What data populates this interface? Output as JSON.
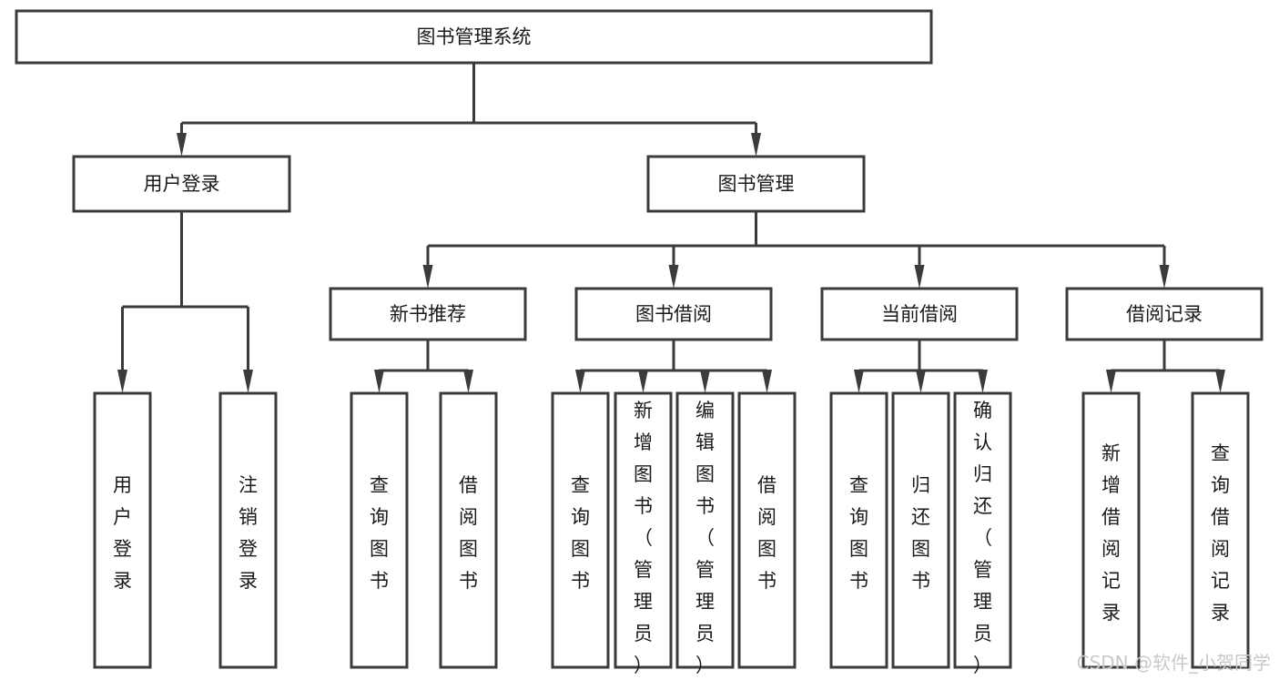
{
  "diagram": {
    "title": "图书管理系统",
    "type": "tree-hierarchy",
    "orientation": "top-down",
    "nodes": {
      "root": {
        "label": "图书管理系统",
        "level": 0,
        "text_orientation": "horizontal"
      },
      "user_login": {
        "label": "用户登录",
        "level": 1,
        "text_orientation": "horizontal"
      },
      "book_manage": {
        "label": "图书管理",
        "level": 1,
        "text_orientation": "horizontal"
      },
      "new_book_rec": {
        "label": "新书推荐",
        "level": 2,
        "text_orientation": "horizontal"
      },
      "book_borrow": {
        "label": "图书借阅",
        "level": 2,
        "text_orientation": "horizontal"
      },
      "current_borrow": {
        "label": "当前借阅",
        "level": 2,
        "text_orientation": "horizontal"
      },
      "borrow_record": {
        "label": "借阅记录",
        "level": 2,
        "text_orientation": "horizontal"
      },
      "leaf_user_login": {
        "label": "用户登录",
        "level": 3,
        "text_orientation": "vertical"
      },
      "leaf_logout": {
        "label": "注销登录",
        "level": 3,
        "text_orientation": "vertical"
      },
      "leaf_query_book_1": {
        "label": "查询图书",
        "level": 3,
        "text_orientation": "vertical"
      },
      "leaf_borrow_book_1": {
        "label": "借阅图书",
        "level": 3,
        "text_orientation": "vertical"
      },
      "leaf_query_book_2": {
        "label": "查询图书",
        "level": 3,
        "text_orientation": "vertical"
      },
      "leaf_add_book": {
        "label": "新增图书（管理员）",
        "level": 3,
        "text_orientation": "vertical"
      },
      "leaf_edit_book": {
        "label": "编辑图书（管理员）",
        "level": 3,
        "text_orientation": "vertical"
      },
      "leaf_borrow_book_2": {
        "label": "借阅图书",
        "level": 3,
        "text_orientation": "vertical"
      },
      "leaf_query_book_3": {
        "label": "查询图书",
        "level": 3,
        "text_orientation": "vertical"
      },
      "leaf_return_book": {
        "label": "归还图书",
        "level": 3,
        "text_orientation": "vertical"
      },
      "leaf_confirm_return": {
        "label": "确认归还（管理员）",
        "level": 3,
        "text_orientation": "vertical"
      },
      "leaf_add_record": {
        "label": "新增借阅记录",
        "level": 3,
        "text_orientation": "vertical"
      },
      "leaf_query_record": {
        "label": "查询借阅记录",
        "level": 3,
        "text_orientation": "vertical"
      }
    },
    "edges": [
      {
        "from": "root",
        "to": "user_login"
      },
      {
        "from": "root",
        "to": "book_manage"
      },
      {
        "from": "user_login",
        "to": "leaf_user_login"
      },
      {
        "from": "user_login",
        "to": "leaf_logout"
      },
      {
        "from": "book_manage",
        "to": "new_book_rec"
      },
      {
        "from": "book_manage",
        "to": "book_borrow"
      },
      {
        "from": "book_manage",
        "to": "current_borrow"
      },
      {
        "from": "book_manage",
        "to": "borrow_record"
      },
      {
        "from": "new_book_rec",
        "to": "leaf_query_book_1"
      },
      {
        "from": "new_book_rec",
        "to": "leaf_borrow_book_1"
      },
      {
        "from": "book_borrow",
        "to": "leaf_query_book_2"
      },
      {
        "from": "book_borrow",
        "to": "leaf_add_book"
      },
      {
        "from": "book_borrow",
        "to": "leaf_edit_book"
      },
      {
        "from": "book_borrow",
        "to": "leaf_borrow_book_2"
      },
      {
        "from": "current_borrow",
        "to": "leaf_query_book_3"
      },
      {
        "from": "current_borrow",
        "to": "leaf_return_book"
      },
      {
        "from": "current_borrow",
        "to": "leaf_confirm_return"
      },
      {
        "from": "borrow_record",
        "to": "leaf_add_record"
      },
      {
        "from": "borrow_record",
        "to": "leaf_query_record"
      }
    ],
    "colors": {
      "box_stroke": "#3b3b3b",
      "box_fill": "#ffffff",
      "connector": "#3b3b3b",
      "text": "#1a1a1a",
      "background": "#ffffff",
      "watermark": "#c9c9c9"
    }
  },
  "watermark": {
    "text": "CSDN @软件_小贺同学"
  }
}
